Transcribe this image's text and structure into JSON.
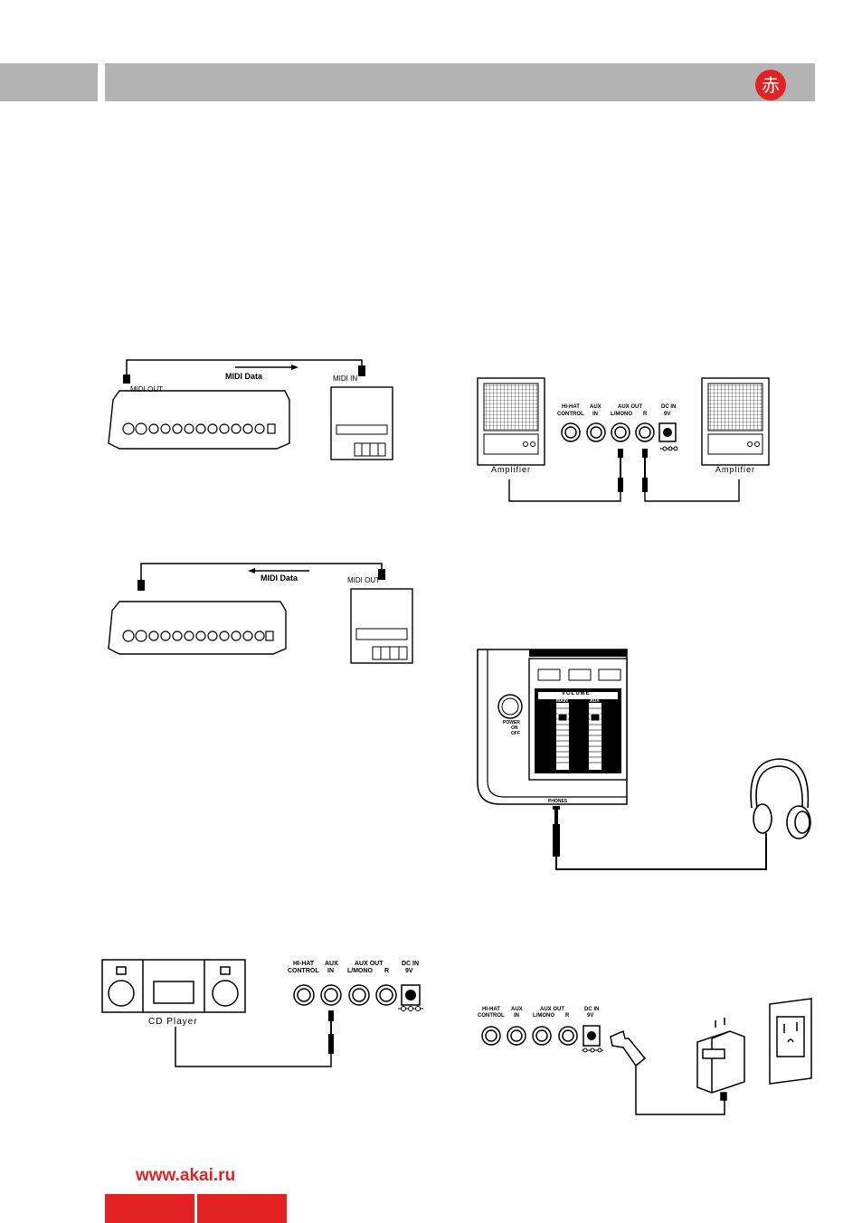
{
  "header": {
    "logo_char": "赤",
    "accent": "#e32224",
    "bar_color": "#b3b3b3"
  },
  "midi_out": {
    "arrow_label": "MIDI Data",
    "port_left": "MIDI OUT",
    "port_right": "MIDI IN"
  },
  "midi_in": {
    "arrow_label": "MIDI Data",
    "port_right": "MIDI OUT"
  },
  "jacks": {
    "hihat": "HI-HAT",
    "control": "CONTROL",
    "aux": "AUX",
    "in": "IN",
    "aux_out": "AUX OUT",
    "lmono": "L/MONO",
    "r": "R",
    "dcin": "DC IN",
    "v9": "9V"
  },
  "amplifier": {
    "left_label": "Amplifier",
    "right_label": "Amplifier"
  },
  "headphones": {
    "volume_label": "VOLUME",
    "main_label": "MAIN",
    "aux_label": "AUX",
    "power_label": "POWER",
    "on_label": "ON",
    "off_label": "OFF",
    "phones_label": "PHONES"
  },
  "cd": {
    "label": "CD Player"
  },
  "footer": {
    "url": "www.akai.ru"
  }
}
